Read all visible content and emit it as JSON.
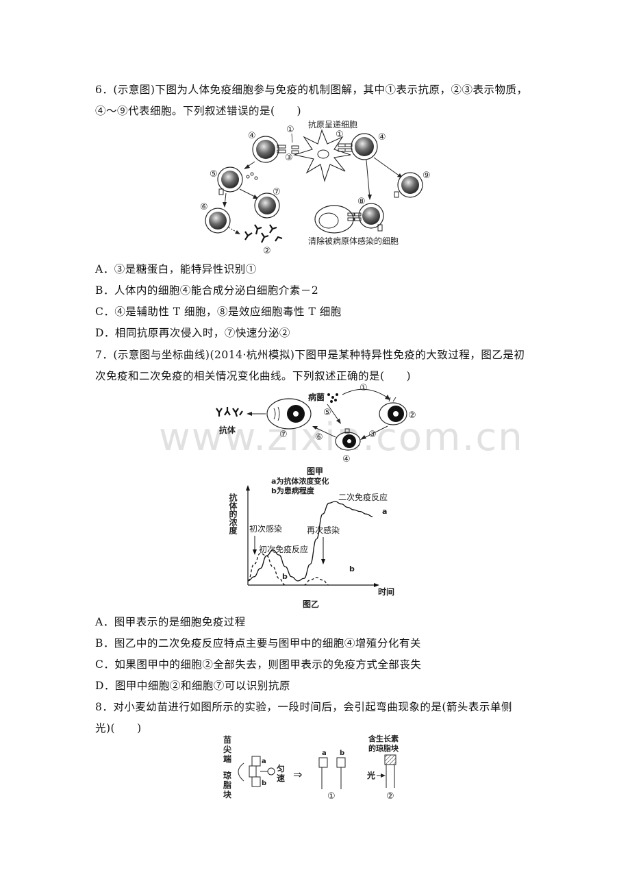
{
  "q6": {
    "line1": "6．(示意图)下图为人体免疫细胞参与免疫的机制图解，其中①表示抗原，②③表示物质，",
    "line2": "④～⑨代表细胞。下列叙述错误的是(　　)",
    "fig": {
      "apc_label": "抗原呈递细胞",
      "clear_label": "清除被病原体感染的细胞",
      "n1": "①",
      "n2": "②",
      "n3": "③",
      "n4": "④",
      "n4b": "④",
      "n5": "⑤",
      "n6": "⑥",
      "n7": "⑦",
      "n8": "⑧",
      "n9": "⑨",
      "n1b": "①"
    },
    "optA": "A．③是糖蛋白，能特异性识别①",
    "optB": "B．人体内的细胞④能合成分泌白细胞介素－2",
    "optC": "C．④是辅助性 T 细胞，⑧是效应细胞毒性 T 细胞",
    "optD": "D．相同抗原再次侵入时，⑦快速分泌②"
  },
  "q7": {
    "line1": "7．(示意图与坐标曲线)(2014·杭州模拟)下图甲是某种特异性免疫的大致过程，图乙是初",
    "line2": "次免疫和二次免疫的相关情况变化曲线。下列叙述正确的是(　　)",
    "figA": {
      "bacteria": "病菌",
      "antibody": "抗体",
      "caption": "图甲",
      "n1": "①",
      "n2": "②",
      "n3": "③",
      "n4": "④",
      "n5": "⑤",
      "n6": "⑥",
      "n7": "⑦"
    },
    "chart_data": {
      "type": "line",
      "title": "图乙",
      "legend_a": "a为抗体浓度变化",
      "legend_b": "b为患病程度",
      "ylabel": "抗体的浓度",
      "xlabel": "时间",
      "annotations": {
        "first_infection": "初次感染",
        "first_response": "初次免疫反应",
        "second_infection": "再次感染",
        "second_response": "二次免疫反应",
        "a": "a",
        "b1": "b",
        "b2": "b"
      },
      "series": [
        {
          "name": "a",
          "style": "solid",
          "x": [
            0,
            0.5,
            1,
            1.5,
            2,
            2.5,
            3,
            3.5,
            4,
            4.5,
            5,
            5.5,
            6,
            6.5,
            7,
            7.5,
            8,
            8.5,
            9,
            9.5,
            10
          ],
          "y": [
            0.05,
            0.1,
            0.2,
            0.35,
            0.42,
            0.36,
            0.22,
            0.1,
            0.05,
            0.08,
            0.25,
            0.55,
            0.85,
            0.98,
            1.0,
            0.97,
            0.93,
            0.9,
            0.88,
            0.85,
            0.82
          ]
        },
        {
          "name": "b",
          "style": "dashed",
          "x": [
            0,
            0.5,
            1,
            1.5,
            2,
            2.5,
            3
          ],
          "y": [
            0.05,
            0.25,
            0.38,
            0.35,
            0.22,
            0.08,
            0.0
          ]
        },
        {
          "name": "b",
          "style": "dashed",
          "x": [
            4.5,
            5,
            5.5,
            6,
            6.5
          ],
          "y": [
            0.0,
            0.06,
            0.09,
            0.06,
            0.0
          ]
        }
      ]
    },
    "optA": "A．图甲表示的是细胞免疫过程",
    "optB": "B．图乙中的二次免疫反应特点主要与图甲中的细胞④增殖分化有关",
    "optC": "C．如果图甲中的细胞②全部失去，则图甲表示的免疫方式全部丧失",
    "optD": "D．图甲中细胞②和细胞⑦可以识别抗原"
  },
  "q8": {
    "line1": "8．对小麦幼苗进行如图所示的实验，一段时间后，会引起弯曲现象的是(箭头表示单侧",
    "line2": "光)(　　)",
    "fig": {
      "tip1": "苗",
      "tip2": "尖",
      "tip3": "端",
      "agar1": "琼",
      "agar2": "脂",
      "agar3": "块",
      "a": "a",
      "b": "b",
      "rot1": "匀",
      "rot2": "速",
      "arrow": "⇒",
      "a2": "a",
      "b2": "b",
      "n1": "①",
      "auxin1": "含生长素",
      "auxin2": "的琼脂块",
      "light": "光",
      "n2": "②"
    }
  },
  "watermark": "www.zixin.com.cn"
}
